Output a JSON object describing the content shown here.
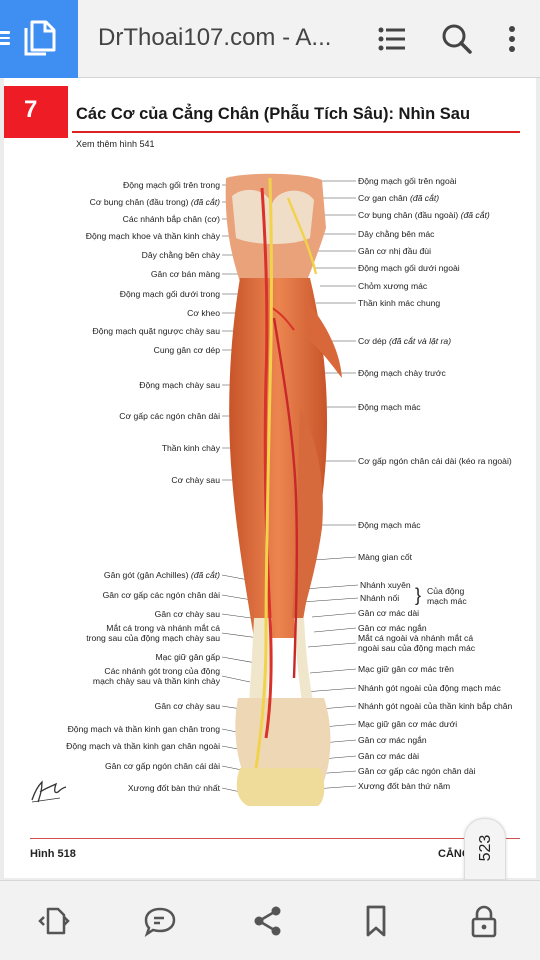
{
  "appbar": {
    "title": "DrThoai107.com - A...",
    "icons": [
      "menu-icon",
      "document-copy-icon",
      "list-icon",
      "search-icon",
      "more-vert-icon"
    ]
  },
  "page": {
    "chapter_number": "7",
    "title": "Các Cơ của Cẳng Chân (Phẫu Tích Sâu): Nhìn Sau",
    "see_also": "Xem thêm hình 541",
    "figure_number": "Hình 518",
    "footer_section": "CẲNG CHÂN",
    "page_number": "523"
  },
  "labels_left": [
    {
      "text": "Động mạch gối trên trong"
    },
    {
      "text": "Cơ bụng chân (đầu trong)",
      "note": "(đã cắt)"
    },
    {
      "text": "Các nhánh bắp chân (cơ)"
    },
    {
      "text": "Động mạch khoe và thần kinh chày"
    },
    {
      "text": "Dây chằng bên chày"
    },
    {
      "text": "Gân cơ bán màng"
    },
    {
      "text": "Động mạch gối dưới trong"
    },
    {
      "text": "Cơ kheo"
    },
    {
      "text": "Động mạch quặt ngược chày sau"
    },
    {
      "text": "Cung gân cơ dép"
    },
    {
      "text": "Động mạch chày sau"
    },
    {
      "text": "Cơ gấp các ngón chân dài"
    },
    {
      "text": "Thần kinh chày"
    },
    {
      "text": "Cơ chày sau"
    },
    {
      "text": "Gân gót (gân Achilles)",
      "note": "(đã cắt)"
    },
    {
      "text": "Gân cơ gấp các ngón chân dài"
    },
    {
      "text": "Gân cơ chày sau"
    },
    {
      "text": "Mắt cá trong và nhánh mắt cá\ntrong sau của động mạch chày sau"
    },
    {
      "text": "Mạc giữ gân gấp"
    },
    {
      "text": "Các nhánh gót trong của động\nmạch chày sau và thần kinh chày"
    },
    {
      "text": "Gân cơ chày sau"
    },
    {
      "text": "Động mạch và thần kinh gan chân trong"
    },
    {
      "text": "Động mạch và thần kinh gan chân ngoài"
    },
    {
      "text": "Gân cơ gấp ngón chân cái dài"
    },
    {
      "text": "Xương đốt bàn thứ nhất"
    }
  ],
  "labels_right": [
    {
      "text": "Động mạch gối trên ngoài"
    },
    {
      "text": "Cơ gan chân",
      "note": "(đã cắt)"
    },
    {
      "text": "Cơ bụng chân (đầu ngoài)",
      "note": "(đã cắt)"
    },
    {
      "text": "Dây chằng bên mác"
    },
    {
      "text": "Gân cơ nhị đầu đùi"
    },
    {
      "text": "Động mạch gối dưới ngoài"
    },
    {
      "text": "Chỏm xương mác"
    },
    {
      "text": "Thần kinh mác chung"
    },
    {
      "text": "Cơ dép",
      "note": "(đã cắt và lật ra)"
    },
    {
      "text": "Động mạch chày trước"
    },
    {
      "text": "Động mạch mác"
    },
    {
      "text": "Cơ gấp ngón chân cái dài (kéo ra ngoài)"
    },
    {
      "text": "Động mạch mác"
    },
    {
      "text": "Màng gian cốt"
    },
    {
      "text": "Nhánh xuyên"
    },
    {
      "text": "Nhánh nối"
    },
    {
      "text": "Gân cơ mác dài"
    },
    {
      "text": "Gân cơ mác ngắn"
    },
    {
      "text": "Mắt cá ngoài và nhánh mắt cá\nngoài sau của động mạch mác"
    },
    {
      "text": "Mạc giữ gân cơ mác trên"
    },
    {
      "text": "Nhánh gót ngoài của động mạch mác"
    },
    {
      "text": "Nhánh gót ngoài của thần kinh bắp chân"
    },
    {
      "text": "Mạc giữ gân cơ mác dưới"
    },
    {
      "text": "Gân cơ mác ngắn"
    },
    {
      "text": "Gân cơ mác dài"
    },
    {
      "text": "Gân cơ gấp các ngón chân dài"
    },
    {
      "text": "Xương đốt bàn thứ năm"
    }
  ],
  "branch_group_label": "Của động\nmạch mác",
  "colors": {
    "accent_blue": "#3f8ff2",
    "chapter_red": "#ee1c24",
    "muscle": "#e4723e",
    "artery": "#d8322a",
    "nerve": "#f1d24a",
    "tendon": "#efe6cc"
  },
  "bottombar": {
    "icons": [
      "page-navigate-icon",
      "comment-edit-icon",
      "share-icon",
      "bookmark-icon",
      "lock-icon"
    ]
  }
}
